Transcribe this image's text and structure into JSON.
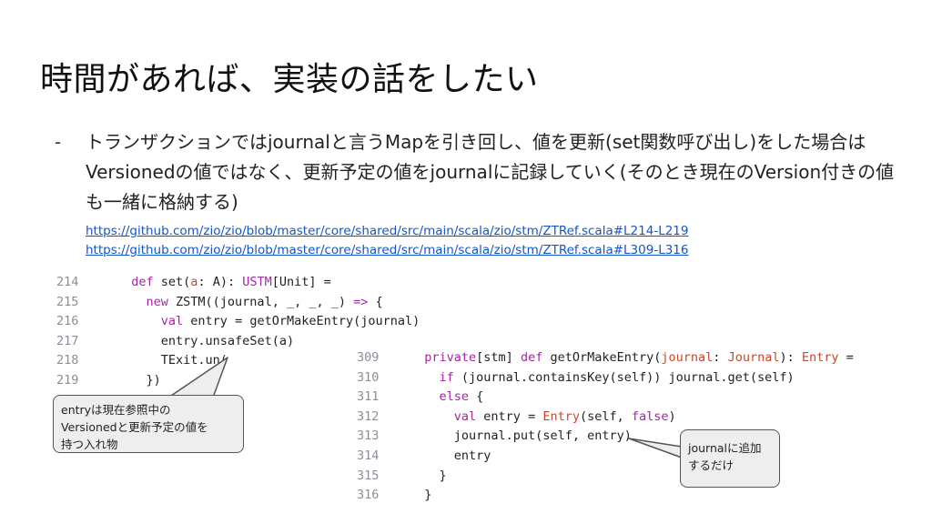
{
  "title": "時間があれば、実装の話をしたい",
  "bullet": {
    "dash": "-",
    "text": "トランザクションではjournalと言うMapを引き回し、値を更新(set関数呼び出し)をした場合はVersionedの値ではなく、更新予定の値をjournalに記録していく(そのとき現在のVersion付きの値も一緒に格納する)"
  },
  "links": [
    "https://github.com/zio/zio/blob/master/core/shared/src/main/scala/zio/stm/ZTRef.scala#L214-L219",
    "https://github.com/zio/zio/blob/master/core/shared/src/main/scala/zio/stm/ZTRef.scala#L309-L316"
  ],
  "code_left": [
    {
      "ln": "214",
      "indent": "  ",
      "tokens": [
        {
          "t": "def ",
          "c": "kw"
        },
        {
          "t": "set(",
          "c": "plain"
        },
        {
          "t": "a",
          "c": "ty"
        },
        {
          "t": ": A): ",
          "c": "plain"
        },
        {
          "t": "USTM",
          "c": "kw"
        },
        {
          "t": "[Unit] =",
          "c": "plain"
        }
      ]
    },
    {
      "ln": "215",
      "indent": "    ",
      "tokens": [
        {
          "t": "new ",
          "c": "kw"
        },
        {
          "t": "ZSTM((journal, _, _, _) ",
          "c": "plain"
        },
        {
          "t": "=>",
          "c": "kw"
        },
        {
          "t": " {",
          "c": "plain"
        }
      ]
    },
    {
      "ln": "216",
      "indent": "      ",
      "tokens": [
        {
          "t": "val ",
          "c": "kw"
        },
        {
          "t": "entry = getOrMakeEntry(journal)",
          "c": "plain"
        }
      ]
    },
    {
      "ln": "217",
      "indent": "      ",
      "tokens": [
        {
          "t": "entry.unsafeSet(a)",
          "c": "plain"
        }
      ]
    },
    {
      "ln": "218",
      "indent": "      ",
      "tokens": [
        {
          "t": "TExit.un(",
          "c": "plain"
        }
      ]
    },
    {
      "ln": "219",
      "indent": "    ",
      "tokens": [
        {
          "t": "})",
          "c": "plain"
        }
      ]
    }
  ],
  "code_right": [
    {
      "ln": "309",
      "indent": "  ",
      "tokens": [
        {
          "t": "private",
          "c": "kw"
        },
        {
          "t": "[stm] ",
          "c": "plain"
        },
        {
          "t": "def ",
          "c": "kw"
        },
        {
          "t": "getOrMakeEntry(",
          "c": "plain"
        },
        {
          "t": "journal",
          "c": "ty"
        },
        {
          "t": ": ",
          "c": "plain"
        },
        {
          "t": "Journal",
          "c": "ty"
        },
        {
          "t": "): ",
          "c": "plain"
        },
        {
          "t": "Entry",
          "c": "ty"
        },
        {
          "t": " =",
          "c": "plain"
        }
      ]
    },
    {
      "ln": "310",
      "indent": "    ",
      "tokens": [
        {
          "t": "if",
          "c": "kw"
        },
        {
          "t": " (journal.containsKey(self)) journal.get(self)",
          "c": "plain"
        }
      ]
    },
    {
      "ln": "311",
      "indent": "    ",
      "tokens": [
        {
          "t": "else",
          "c": "kw"
        },
        {
          "t": " {",
          "c": "plain"
        }
      ]
    },
    {
      "ln": "312",
      "indent": "      ",
      "tokens": [
        {
          "t": "val ",
          "c": "kw"
        },
        {
          "t": "entry = ",
          "c": "plain"
        },
        {
          "t": "Entry",
          "c": "ty"
        },
        {
          "t": "(self, ",
          "c": "plain"
        },
        {
          "t": "false",
          "c": "bool"
        },
        {
          "t": ")",
          "c": "plain"
        }
      ]
    },
    {
      "ln": "313",
      "indent": "      ",
      "tokens": [
        {
          "t": "journal.put(self, entry)",
          "c": "plain"
        }
      ]
    },
    {
      "ln": "314",
      "indent": "      ",
      "tokens": [
        {
          "t": "entry",
          "c": "plain"
        }
      ]
    },
    {
      "ln": "315",
      "indent": "    ",
      "tokens": [
        {
          "t": "}",
          "c": "plain"
        }
      ]
    },
    {
      "ln": "316",
      "indent": "  ",
      "tokens": [
        {
          "t": "}",
          "c": "plain"
        }
      ]
    }
  ],
  "callout_left": {
    "lines": [
      "entryは現在参照中の",
      "Versionedと更新予定の値を",
      "持つ入れ物"
    ]
  },
  "callout_right": {
    "lines": [
      "journalに追加",
      "するだけ"
    ]
  }
}
